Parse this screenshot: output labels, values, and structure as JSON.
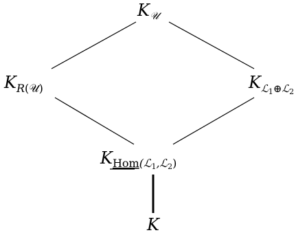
{
  "diagram": {
    "nodes": [
      {
        "id": "top",
        "main": "K",
        "sub": "𝒰"
      },
      {
        "id": "left",
        "main": "K",
        "sub_it": "R",
        "sub_rest": "(𝒰)"
      },
      {
        "id": "right",
        "main": "K",
        "sub": "ℒ",
        "sub2": "1",
        "op": "⊕",
        "sub3": "ℒ",
        "sub4": "2"
      },
      {
        "id": "middle",
        "main": "K",
        "sub_hom": "Hom",
        "sub_rest_a": "(ℒ",
        "s1": "1",
        "comma": ",ℒ",
        "s2": "2",
        "close": ")"
      },
      {
        "id": "bottom",
        "main": "K"
      }
    ],
    "edges": [
      {
        "from": "left",
        "to": "top"
      },
      {
        "from": "right",
        "to": "top"
      },
      {
        "from": "middle",
        "to": "left"
      },
      {
        "from": "middle",
        "to": "right"
      },
      {
        "from": "bottom",
        "to": "middle",
        "style": "thick"
      }
    ],
    "colors": {
      "text": "#000000",
      "line": "#000000",
      "background": "#ffffff"
    }
  }
}
